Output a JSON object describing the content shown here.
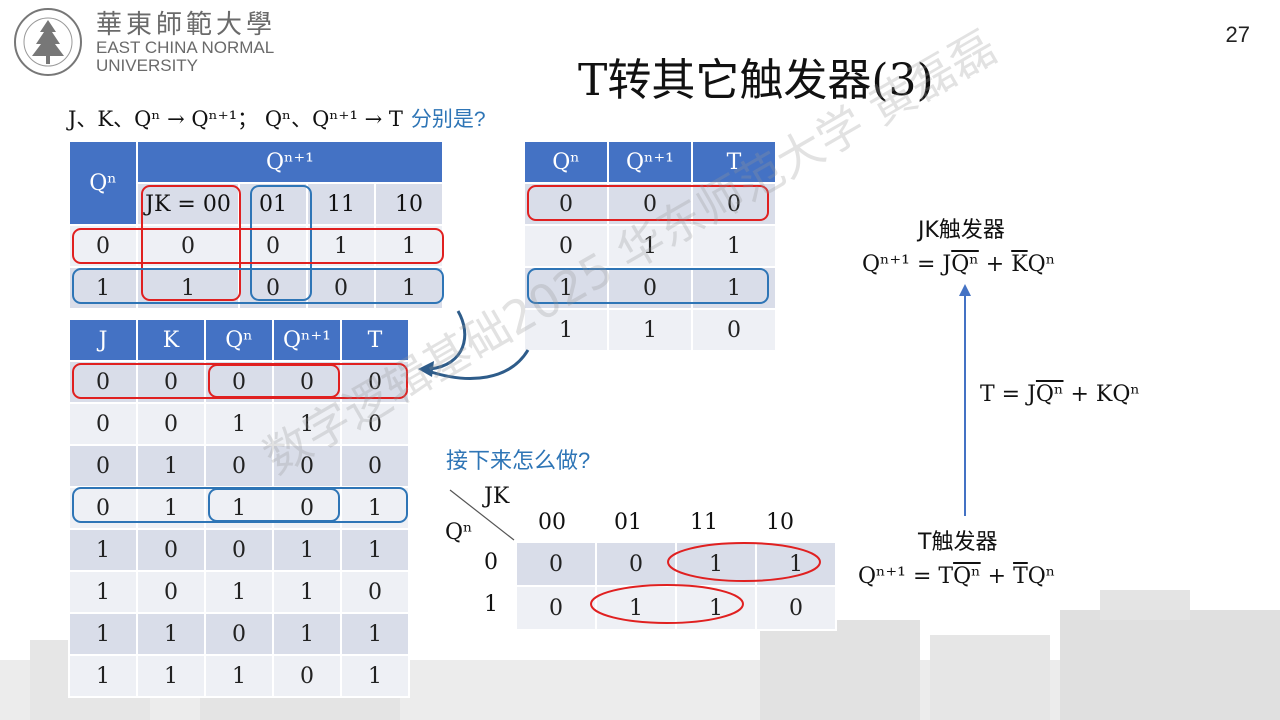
{
  "header": {
    "logo_cn": "華東師範大學",
    "logo_en_line1": "EAST CHINA NORMAL",
    "logo_en_line2": "UNIVERSITY",
    "page_number": "27"
  },
  "slide": {
    "title": "T转其它触发器(3)",
    "subtitle": "J、K、Qⁿ → Qⁿ⁺¹；  Qⁿ、Qⁿ⁺¹ → T",
    "subtitle_question": "分别是?"
  },
  "table1": {
    "corner": "Qⁿ",
    "top_header": "Qⁿ⁺¹",
    "cols": [
      "JK = 00",
      "01",
      "11",
      "10"
    ],
    "rows": [
      {
        "q": "0",
        "vals": [
          "0",
          "0",
          "1",
          "1"
        ]
      },
      {
        "q": "1",
        "vals": [
          "1",
          "0",
          "0",
          "1"
        ]
      }
    ]
  },
  "table2": {
    "headers": [
      "Qⁿ",
      "Qⁿ⁺¹",
      "T"
    ],
    "rows": [
      [
        "0",
        "0",
        "0"
      ],
      [
        "0",
        "1",
        "1"
      ],
      [
        "1",
        "0",
        "1"
      ],
      [
        "1",
        "1",
        "0"
      ]
    ]
  },
  "table3": {
    "headers": [
      "J",
      "K",
      "Qⁿ",
      "Qⁿ⁺¹",
      "T"
    ],
    "rows": [
      [
        "0",
        "0",
        "0",
        "0",
        "0"
      ],
      [
        "0",
        "0",
        "1",
        "1",
        "0"
      ],
      [
        "0",
        "1",
        "0",
        "0",
        "0"
      ],
      [
        "0",
        "1",
        "1",
        "0",
        "1"
      ],
      [
        "1",
        "0",
        "0",
        "1",
        "1"
      ],
      [
        "1",
        "0",
        "1",
        "1",
        "0"
      ],
      [
        "1",
        "1",
        "0",
        "1",
        "1"
      ],
      [
        "1",
        "1",
        "1",
        "0",
        "1"
      ]
    ]
  },
  "next_step": "接下来怎么做?",
  "kmap": {
    "col_var": "JK",
    "row_var": "Qⁿ",
    "cols": [
      "00",
      "01",
      "11",
      "10"
    ],
    "rows": [
      {
        "label": "0",
        "vals": [
          "0",
          "0",
          "1",
          "1"
        ]
      },
      {
        "label": "1",
        "vals": [
          "0",
          "1",
          "1",
          "0"
        ]
      }
    ]
  },
  "right_panel": {
    "jk_title": "JK触发器",
    "jk_eq_lhs": "Qⁿ⁺¹ = J",
    "jk_eq_bar": "Qⁿ",
    "jk_eq_mid": " + ",
    "jk_eq_kbar": "K",
    "jk_eq_end": "Qⁿ",
    "t_eq_lhs": "T = J",
    "t_eq_bar": "Qⁿ",
    "t_eq_end": " + KQⁿ",
    "t_title": "T触发器",
    "t_eq2_lhs": "Qⁿ⁺¹ = T",
    "t_eq2_bar": "Qⁿ",
    "t_eq2_mid": " + ",
    "t_eq2_tbar": "T",
    "t_eq2_end": "Qⁿ"
  },
  "watermark": "数字逻辑基础2025 华东师范大学 黄磊磊",
  "colors": {
    "header_blue": "#4472c4",
    "row_light": "#d9dde9",
    "row_lighter": "#eef0f5",
    "ring_red": "#e02020",
    "ring_blue": "#2e75b6"
  }
}
